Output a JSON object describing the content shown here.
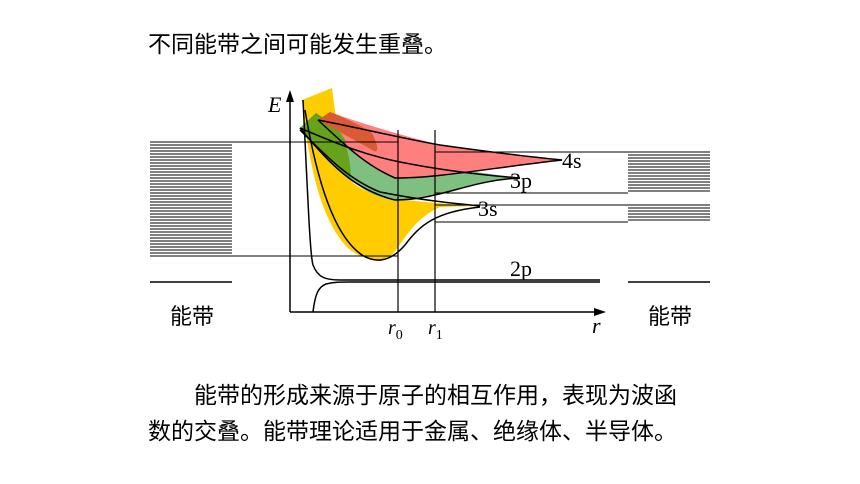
{
  "heading": "不同能带之间可能发生重叠。",
  "diagram": {
    "axis_e": "E",
    "axis_r": "r",
    "r0_main": "r",
    "r0_sub": "0",
    "r1_main": "r",
    "r1_sub": "1",
    "level_4s": "4s",
    "level_3p": "3p",
    "level_3s": "3s",
    "level_2p": "2p",
    "left_band_label": "能带",
    "right_band_label": "能带",
    "colors": {
      "band_4s": "#ff7f7f",
      "band_3p": "#7fbf7f",
      "band_3s": "#ffcc00",
      "overlap_green": "#66a31a",
      "overlap_red": "#d95a33"
    }
  },
  "paragraph": {
    "line1": "能带的形成来源于原子的相互作用，表现为波函",
    "line2": "数的交叠。能带理论适用于金属、绝缘体、半导体。"
  }
}
